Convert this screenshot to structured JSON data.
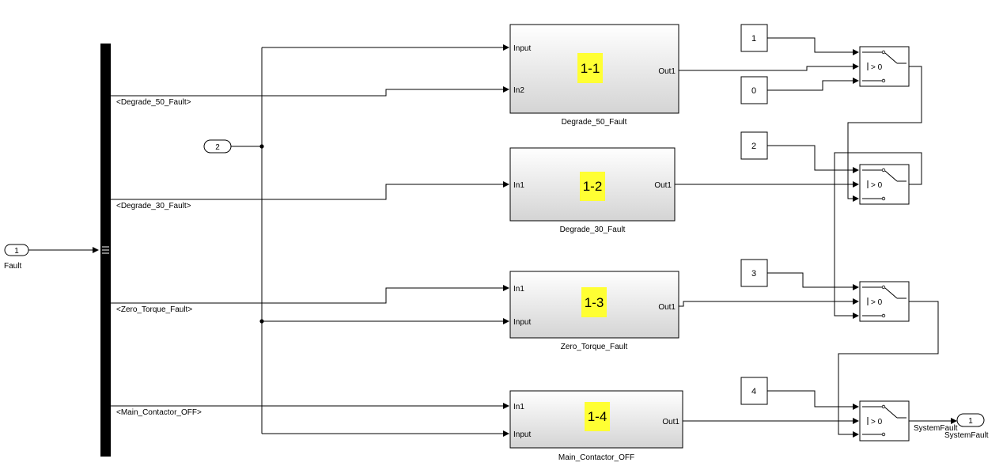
{
  "diagram": {
    "inport": {
      "number": "1",
      "name": "Fault"
    },
    "inport2": {
      "number": "2"
    },
    "outport": {
      "number": "1",
      "name": "SystemFault"
    },
    "bus_signals": [
      "<Degrade_50_Fault>",
      "<Degrade_30_Fault>",
      "<Zero_Torque_Fault>",
      "<Main_Contactor_OFF>"
    ],
    "subsystems": [
      {
        "name": "Degrade_50_Fault",
        "tag": "1-1",
        "ports_in": [
          "Input",
          "In2"
        ],
        "port_out": "Out1"
      },
      {
        "name": "Degrade_30_Fault",
        "tag": "1-2",
        "ports_in": [
          "In1"
        ],
        "port_out": "Out1"
      },
      {
        "name": "Zero_Torque_Fault",
        "tag": "1-3",
        "ports_in": [
          "In1",
          "Input"
        ],
        "port_out": "Out1"
      },
      {
        "name": "Main_Contactor_OFF",
        "tag": "1-4",
        "ports_in": [
          "In1",
          "Input"
        ],
        "port_out": "Out1"
      }
    ],
    "constants": [
      "1",
      "0",
      "2",
      "3",
      "4"
    ],
    "switch_label": "> 0",
    "final_switch_out_label": "SystemFault",
    "colors": {
      "tag_fill": "#ffff33",
      "block_fill_top": "#ffffff",
      "block_fill_bottom": "#d4d4d4"
    }
  }
}
